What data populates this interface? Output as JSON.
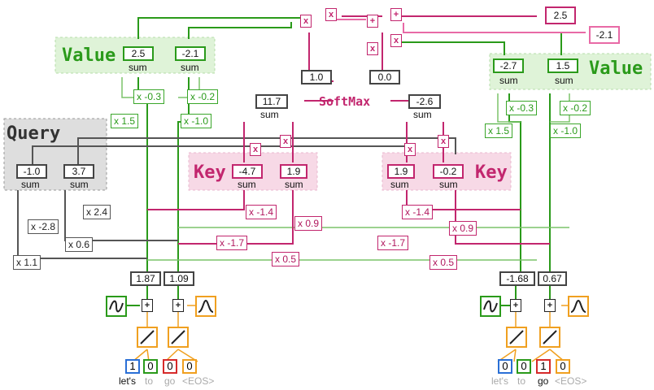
{
  "colors": {
    "green": "#2a9a1a",
    "magenta": "#c2266e",
    "pink": "#e86aa6",
    "orange": "#f0a020",
    "gray": "#444444"
  },
  "titles": {
    "value_left": "Value",
    "value_right": "Value",
    "query": "Query",
    "key_left": "Key",
    "key_right": "Key",
    "softmax": "SoftMax"
  },
  "sum_label": "sum",
  "value_left": {
    "sums": [
      "2.5",
      "-2.1"
    ],
    "weights": [
      "x -0.3",
      "x -0.2",
      "x 1.5",
      "x -1.0"
    ]
  },
  "value_right": {
    "sums": [
      "-2.7",
      "1.5"
    ],
    "weights": [
      "x -0.3",
      "x -0.2",
      "x 1.5",
      "x -1.0"
    ]
  },
  "query": {
    "sums": [
      "-1.0",
      "3.7"
    ],
    "weights": [
      "x -2.8",
      "x 2.4",
      "x 0.6",
      "x 1.1"
    ]
  },
  "key_left": {
    "sums": [
      "-4.7",
      "1.9"
    ],
    "weights": [
      "x -1.4",
      "x 0.9",
      "x -1.7",
      "x 0.5"
    ]
  },
  "key_right": {
    "sums": [
      "1.9",
      "-0.2"
    ],
    "weights": [
      "x -1.4",
      "x 0.9",
      "x -1.7",
      "x 0.5"
    ]
  },
  "scores": [
    "11.7",
    "-2.6"
  ],
  "softmax_out": [
    "1.0",
    "0.0"
  ],
  "outputs": [
    "2.5",
    "-2.1"
  ],
  "ops": {
    "mult": "x",
    "plus": "+"
  },
  "enc_left": [
    "1.87",
    "1.09"
  ],
  "enc_right": [
    "-1.68",
    "0.67"
  ],
  "pos_symbol": "+",
  "tokens": [
    "let's",
    "to",
    "go",
    "<EOS>"
  ],
  "onehot_left": [
    "1",
    "0",
    "0",
    "0"
  ],
  "onehot_right": [
    "0",
    "0",
    "1",
    "0"
  ]
}
